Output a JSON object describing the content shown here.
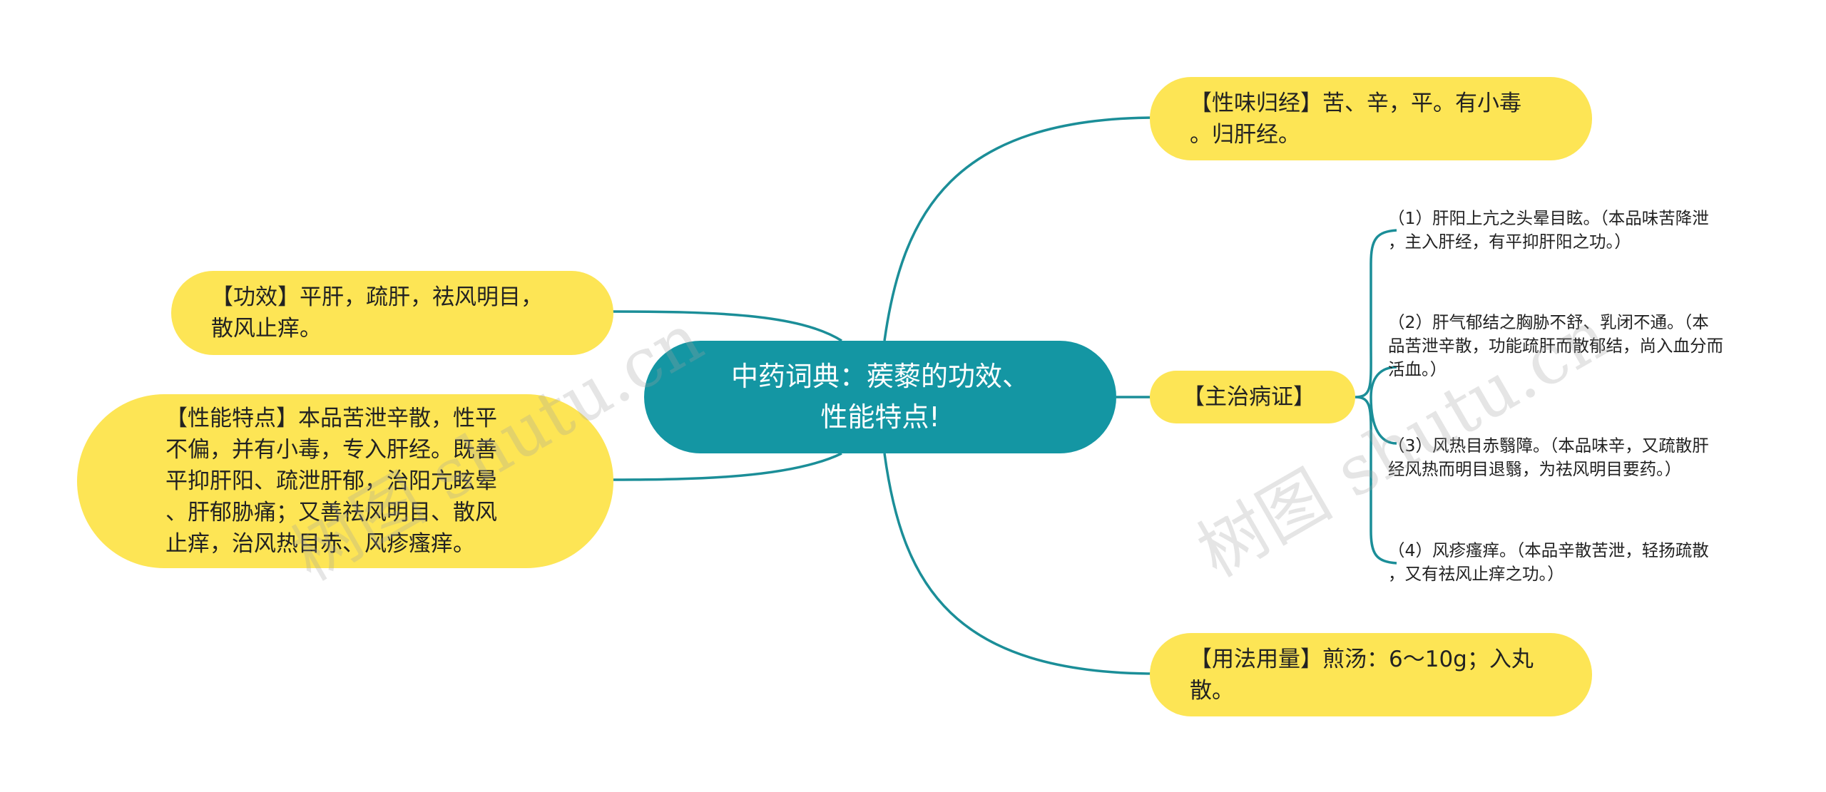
{
  "colors": {
    "central_node": "#1496a3",
    "branch_node": "#fde555",
    "connector": "#1b8e98",
    "text": "#222222"
  },
  "central": "中药词典：蒺藜的功效、\n性能特点!",
  "branches": {
    "xingwei": "【性味归经】苦、辛，平。有小毒\n。归肝经。",
    "zhuzhi": "【主治病证】",
    "yongfa": "【用法用量】煎汤：6～10g；入丸\n散。",
    "gongxiao": "【功效】平肝，疏肝，祛风明目，\n散风止痒。",
    "xingneng": "【性能特点】本品苦泄辛散，性平\n不偏，并有小毒，专入肝经。既善\n平抑肝阳、疏泄肝郁，治阳亢眩晕\n、肝郁胁痛；又善祛风明目、散风\n止痒，治风热目赤、风疹瘙痒。"
  },
  "zhuzhi_items": [
    "（1）肝阳上亢之头晕目眩。（本品味苦降泄\n，主入肝经，有平抑肝阳之功。）",
    "（2）肝气郁结之胸胁不舒、乳闭不通。（本\n品苦泄辛散，功能疏肝而散郁结，尚入血分而\n活血。）",
    "（3）风热目赤翳障。（本品味辛，又疏散肝\n经风热而明目退翳，为祛风明目要药。）",
    "（4）风疹瘙痒。（本品辛散苦泄，轻扬疏散\n，又有祛风止痒之功。）"
  ],
  "watermark": "树图 shutu.cn"
}
